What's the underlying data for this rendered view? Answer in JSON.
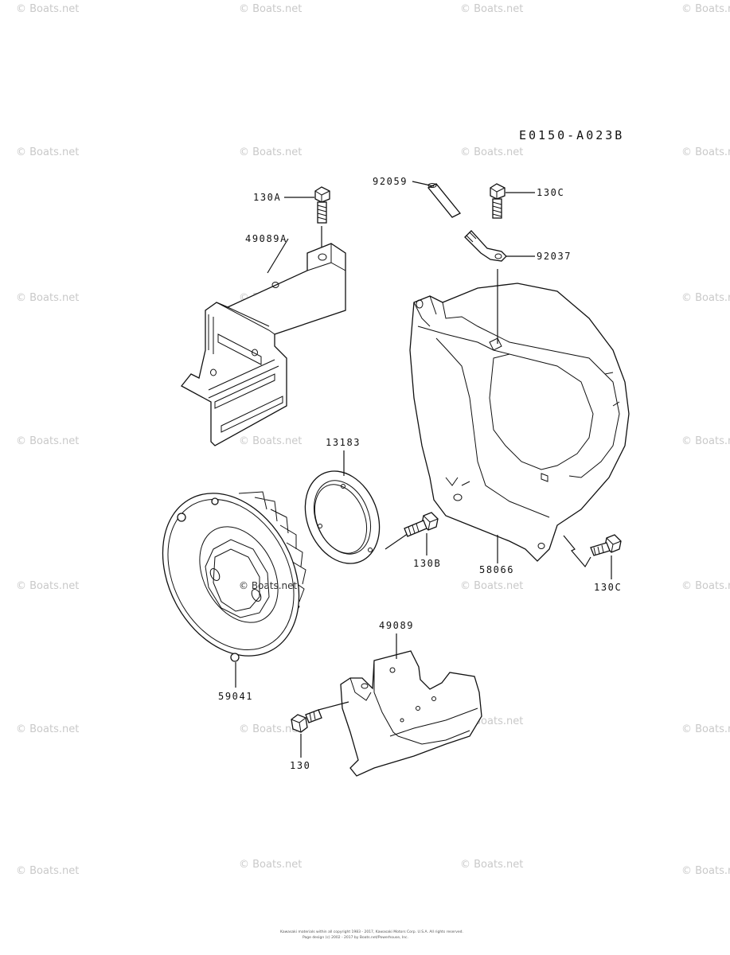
{
  "diagram_code": "E0150-A023B",
  "watermark": "© Boats.net",
  "center_watermark": "© Boats.net",
  "parts": {
    "p130A": "130A",
    "p49089A": "49089A",
    "p92059": "92059",
    "p130C_top": "130C",
    "p92037": "92037",
    "p13183": "13183",
    "p130B": "130B",
    "p58066": "58066",
    "p130C_right": "130C",
    "p59041": "59041",
    "p49089": "49089",
    "p130": "130"
  },
  "footer": {
    "line1": "Kawasaki materials within all copyright 1983 - 2017, Kawasaki Motors Corp. U.S.A. All rights reserved.",
    "line2": "Page design (c) 2002 - 2017 by Boats.net/Powerhouse, Inc."
  }
}
